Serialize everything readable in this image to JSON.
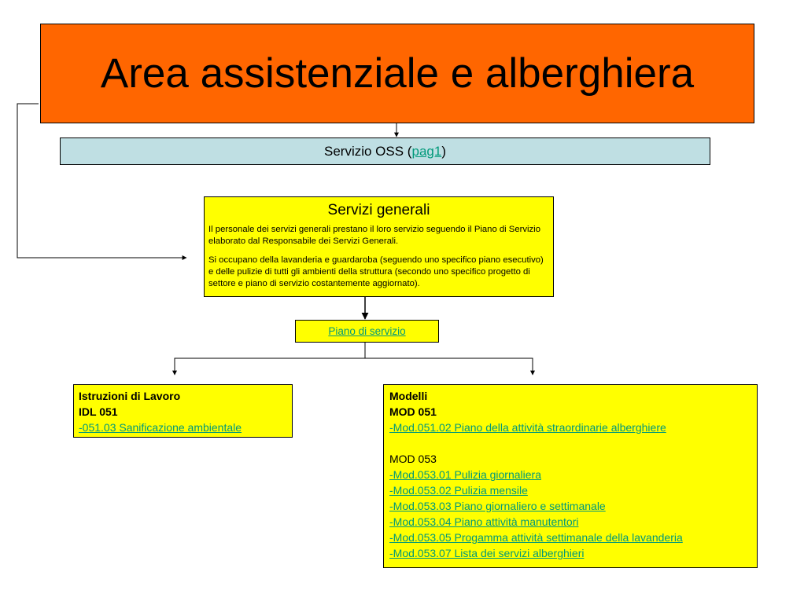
{
  "title": "Area assistenziale e alberghiera",
  "oss": {
    "label": "Servizio OSS (",
    "link": "pag1",
    "suffix": ")"
  },
  "servizi_generali": {
    "title": "Servizi generali",
    "paragraph1": "Il personale dei servizi generali prestano il loro servizio seguendo il Piano di Servizio elaborato dal Responsabile dei Servizi Generali.",
    "paragraph2": "Si occupano della lavanderia e guardaroba (seguendo uno specifico piano esecutivo) e delle pulizie di tutti gli ambienti della struttura (secondo uno specifico progetto di settore e piano di servizio costantemente aggiornato)."
  },
  "piano_servizio": {
    "link": "Piano di servizio"
  },
  "istruzioni": {
    "heading": "Istruzioni di Lavoro",
    "code": "IDL 051",
    "items": [
      " -051.03 Sanificazione ambientale"
    ]
  },
  "modelli": {
    "heading": "Modelli",
    "group1": {
      "code": "MOD 051",
      "items": [
        "-Mod.051.02 Piano della attività straordinarie alberghiere"
      ]
    },
    "group2": {
      "code": "MOD 053",
      "items": [
        "-Mod.053.01 Pulizia giornaliera",
        "-Mod.053.02 Pulizia mensile",
        "-Mod.053.03 Piano giornaliero e settimanale ",
        "-Mod.053.04 Piano attività manutentori",
        "-Mod.053.05 Progamma attività settimanale della lavanderia",
        "-Mod.053.07 Lista dei servizi alberghieri"
      ]
    }
  }
}
